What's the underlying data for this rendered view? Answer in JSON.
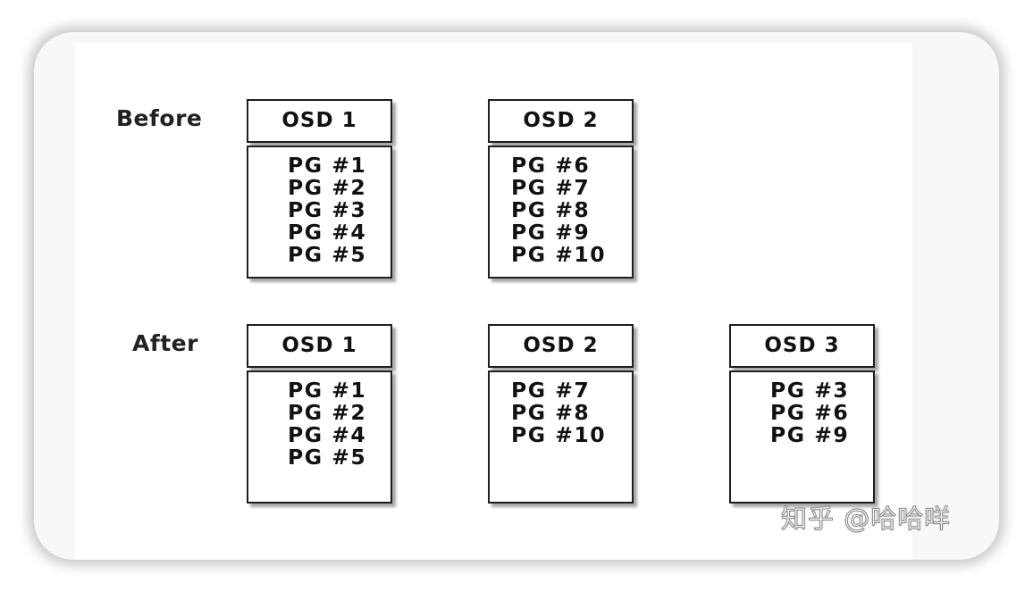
{
  "diagram": {
    "rows": [
      {
        "label": "Before",
        "osds": [
          {
            "name": "OSD 1",
            "pgs": [
              "PG #1",
              "PG #2",
              "PG #3",
              "PG #4",
              "PG #5"
            ]
          },
          {
            "name": "OSD 2",
            "pgs": [
              "PG #6",
              "PG #7",
              "PG #8",
              "PG #9",
              "PG #10"
            ]
          }
        ]
      },
      {
        "label": "After",
        "osds": [
          {
            "name": "OSD 1",
            "pgs": [
              "PG #1",
              "PG #2",
              "PG #4",
              "PG #5"
            ]
          },
          {
            "name": "OSD 2",
            "pgs": [
              "PG #7",
              "PG #8",
              "PG #10"
            ]
          },
          {
            "name": "OSD 3",
            "pgs": [
              "PG #3",
              "PG #6",
              "PG #9"
            ]
          }
        ]
      }
    ]
  },
  "watermark": "知乎 @哈哈咩"
}
